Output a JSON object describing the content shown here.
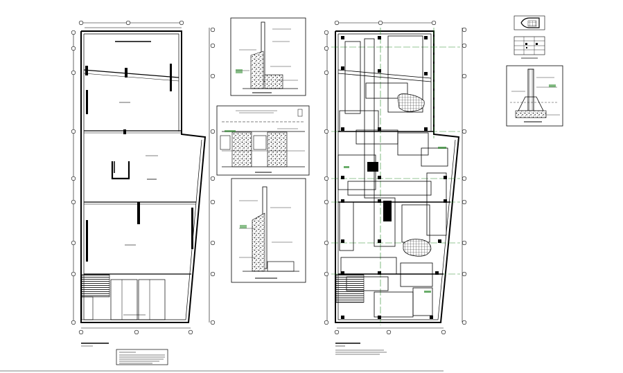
{
  "drawing": {
    "sheet_border": true,
    "line_color": "#000000",
    "accent_color": "#2b8a2b",
    "hatch_color": "#333333"
  },
  "plans": [
    {
      "id": "foundation-plan",
      "title": "",
      "scale": "",
      "notes_box": true
    },
    {
      "id": "structural-plan",
      "title": "",
      "scale": "",
      "notes": ""
    }
  ],
  "details": [
    {
      "id": "detail-wall-section-1",
      "title": ""
    },
    {
      "id": "detail-footing-section",
      "title": ""
    },
    {
      "id": "detail-wall-section-2",
      "title": ""
    },
    {
      "id": "detail-column-section",
      "title": ""
    },
    {
      "id": "detail-column-footing",
      "title": ""
    }
  ]
}
